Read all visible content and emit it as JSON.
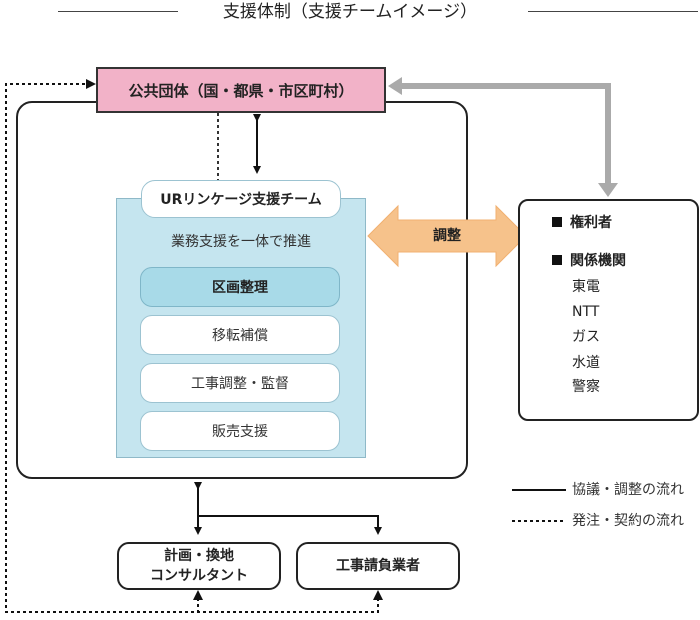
{
  "title": "支援体制（支援チームイメージ）",
  "public_body": "公共団体（国・都県・市区町村）",
  "ur_team": {
    "label": "URリンケージ支援チーム",
    "subtitle": "業務支援を一体で推進",
    "items": [
      "区画整理",
      "移転補償",
      "工事調整・監督",
      "販売支援"
    ]
  },
  "coordination_label": "調整",
  "rights_box": {
    "heading1": "権利者",
    "heading2": "関係機関",
    "items": [
      "東電",
      "NTT",
      "ガス",
      "水道",
      "警察"
    ]
  },
  "consultant": {
    "line1": "計画・換地",
    "line2": "コンサルタント"
  },
  "contractor": "工事請負業者",
  "legend": {
    "solid": "協議・調整の流れ",
    "dotted": "発注・契約の流れ"
  },
  "colors": {
    "public_fill": "#f2b2c8",
    "team_fill": "#c5e5ef",
    "highlight_fill": "#a8dae8",
    "coordination_arrow": "#f6c28b",
    "gray_arrow": "#aaaaaa"
  }
}
